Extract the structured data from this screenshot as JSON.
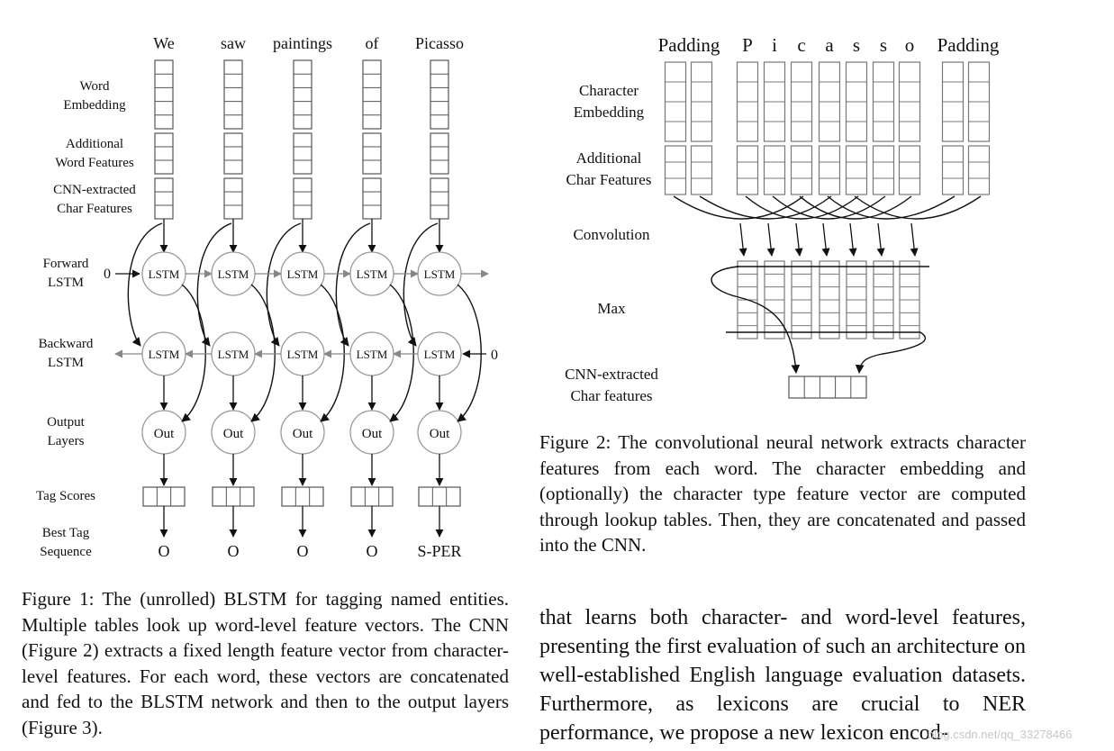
{
  "figure1": {
    "words": [
      "We",
      "saw",
      "paintings",
      "of",
      "Picasso"
    ],
    "row_labels": {
      "word_embedding": [
        "Word",
        "Embedding"
      ],
      "additional_word_features": [
        "Additional",
        "Word Features"
      ],
      "cnn_char_features": [
        "CNN-extracted",
        "Char Features"
      ],
      "forward_lstm": [
        "Forward",
        "LSTM"
      ],
      "backward_lstm": [
        "Backward",
        "LSTM"
      ],
      "output_layers": [
        "Output",
        "Layers"
      ],
      "tag_scores": [
        "Tag Scores"
      ],
      "best_tag_sequence": [
        "Best Tag",
        "Sequence"
      ]
    },
    "lstm_node_label": "LSTM",
    "out_node_label": "Out",
    "forward_init": "0",
    "backward_init": "0",
    "tags": [
      "O",
      "O",
      "O",
      "O",
      "S-PER"
    ]
  },
  "figure2": {
    "tokens": [
      "Padding",
      "P",
      "i",
      "c",
      "a",
      "s",
      "s",
      "o",
      "Padding"
    ],
    "row_labels": {
      "character_embedding": [
        "Character",
        "Embedding"
      ],
      "additional_char_features": [
        "Additional",
        "Char Features"
      ],
      "convolution": [
        "Convolution"
      ],
      "max": [
        "Max"
      ],
      "cnn_char_features": [
        "CNN-extracted",
        "Char features"
      ]
    }
  },
  "caption1": "Figure 1: The (unrolled) BLSTM for tagging named entities. Multiple tables look up word-level feature vectors. The CNN (Figure 2) extracts a fixed length feature vector from character-level features. For each word, these vectors are concatenated and fed to the BLSTM network and then to the output layers (Figure 3).",
  "caption2": "Figure 2: The convolutional neural network extracts character features from each word. The character embedding and (optionally) the character type feature vector are computed through lookup tables. Then, they are concatenated and passed into the CNN.",
  "body_text": "that learns both character- and word-level features, presenting the first evaluation of such an architecture on well-established English language evaluation datasets. Furthermore, as lexicons are crucial to NER performance, we propose a new lexicon encod-",
  "watermark": "blog.csdn.net/qq_33278466"
}
